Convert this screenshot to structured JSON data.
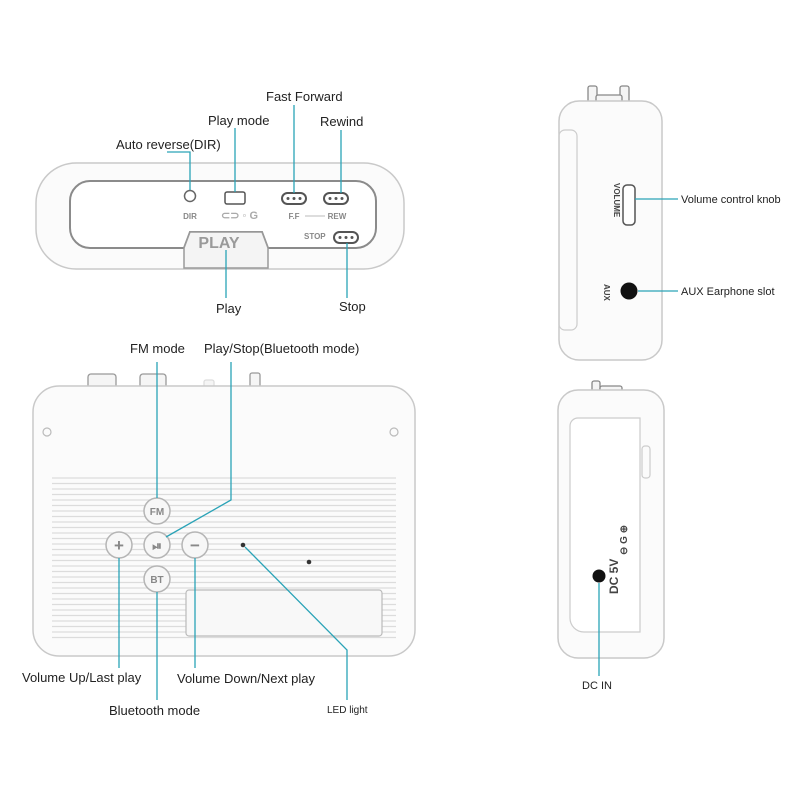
{
  "callouts": {
    "fast_forward": "Fast Forward",
    "play_mode": "Play mode",
    "rewind": "Rewind",
    "auto_reverse": "Auto reverse(DIR)",
    "play": "Play",
    "stop": "Stop",
    "volume_control_knob": "Volume control knob",
    "aux_earphone_slot": "AUX Earphone slot",
    "fm_mode": "FM mode",
    "play_stop_bt": "Play/Stop(Bluetooth mode)",
    "volume_up_last": "Volume Up/Last play",
    "volume_down_next": "Volume Down/Next play",
    "bluetooth_mode": "Bluetooth mode",
    "led_light": "LED light",
    "dc_in": "DC IN"
  },
  "device_markings": {
    "dir": "DIR",
    "ff": "F.F",
    "rew": "REW",
    "stop": "STOP",
    "play": "PLAY",
    "fm": "FM",
    "bt": "BT",
    "plus": "+",
    "minus": "−",
    "play_pause": "⏯",
    "volume": "VOLUME",
    "aux": "AUX",
    "dc5v": "DC 5V"
  },
  "colors": {
    "leader": "#2aa3b7",
    "device_body": "#fbfbfb",
    "outline": "#8b8b8b"
  }
}
